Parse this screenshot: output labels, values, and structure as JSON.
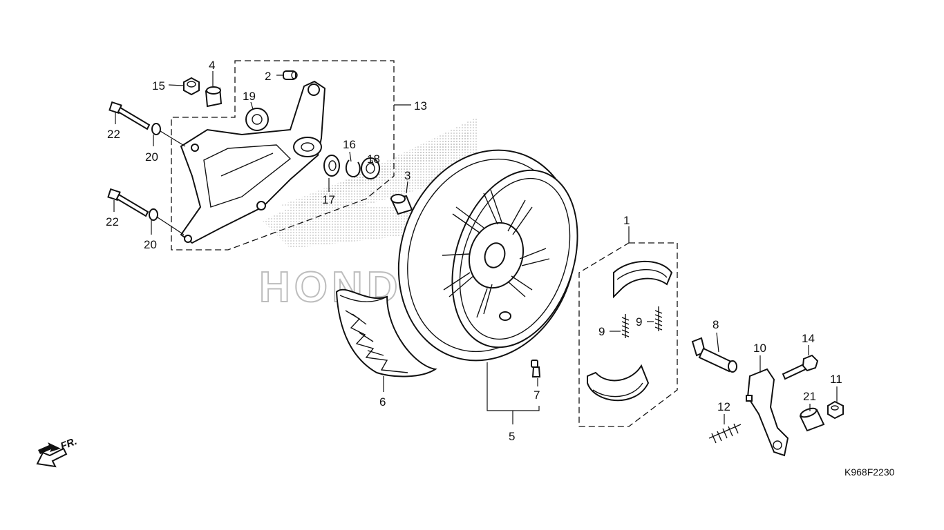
{
  "diagram_code": "K968F2230",
  "direction_label": "FR.",
  "watermark_text": "HONDA",
  "callouts": {
    "c1": "1",
    "c2": "2",
    "c3": "3",
    "c4": "4",
    "c5": "5",
    "c6": "6",
    "c7": "7",
    "c8": "8",
    "c9a": "9",
    "c9b": "9",
    "c10": "10",
    "c11": "11",
    "c12": "12",
    "c13": "13",
    "c14": "14",
    "c15": "15",
    "c16": "16",
    "c17": "17",
    "c18": "18",
    "c19": "19",
    "c20a": "20",
    "c20b": "20",
    "c21": "21",
    "c22a": "22",
    "c22b": "22"
  },
  "colors": {
    "ink": "#111111",
    "watermark": "#bdbdbd",
    "background": "#ffffff"
  }
}
